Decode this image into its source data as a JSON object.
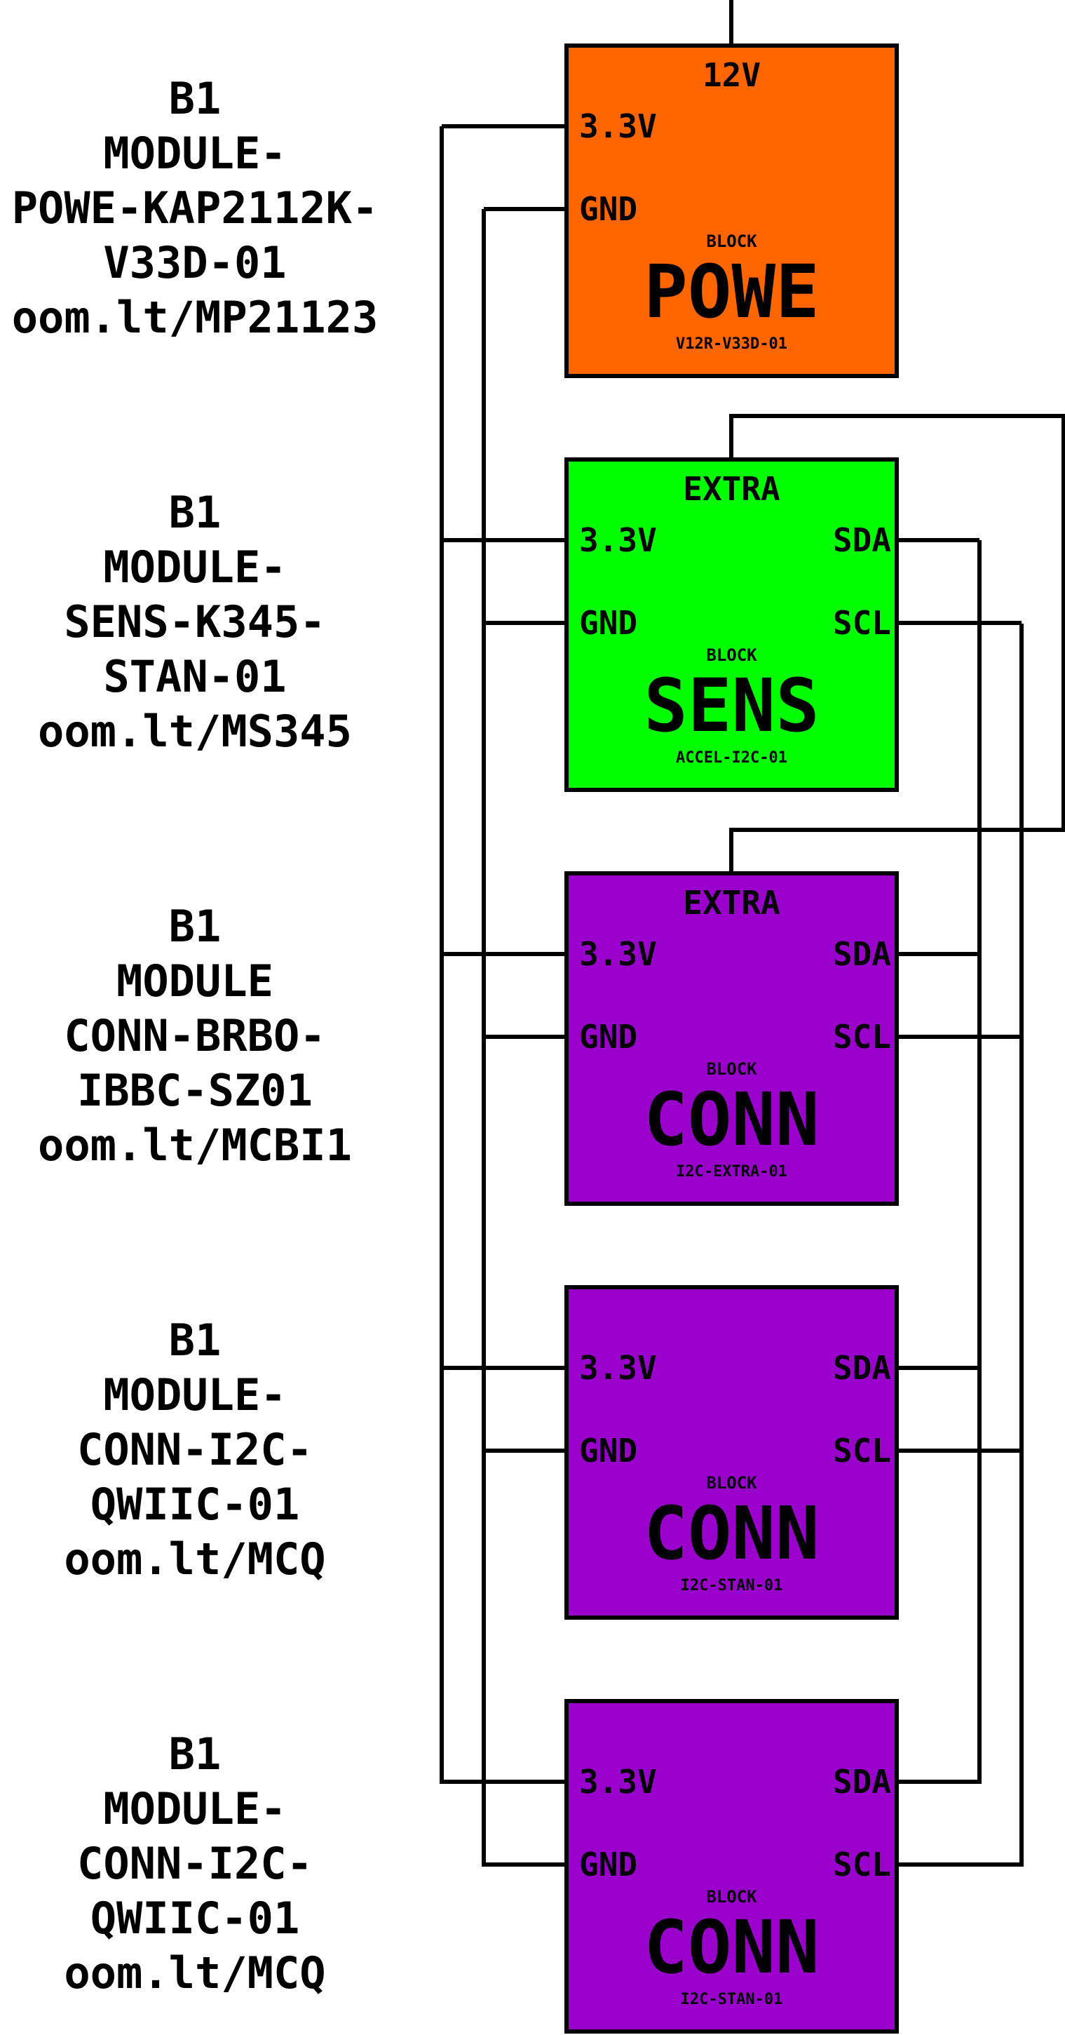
{
  "modules": [
    {
      "label_lines": [
        "B1",
        "MODULE-",
        "POWE-KAP2112K-",
        "V33D-01",
        "oom.lt/MP21123"
      ],
      "fill": "#ff6600",
      "top_label": "12V",
      "left_pins": [
        "3.3V",
        "GND"
      ],
      "right_pins": [],
      "block_label": "BLOCK",
      "name": "POWE",
      "code": "V12R-V33D-01"
    },
    {
      "label_lines": [
        "B1",
        "MODULE-",
        "SENS-K345-",
        "STAN-01",
        "oom.lt/MS345"
      ],
      "fill": "#00ff00",
      "top_label": "EXTRA",
      "left_pins": [
        "3.3V",
        "GND"
      ],
      "right_pins": [
        "SDA",
        "SCL"
      ],
      "block_label": "BLOCK",
      "name": "SENS",
      "code": "ACCEL-I2C-01"
    },
    {
      "label_lines": [
        "B1",
        "MODULE",
        "CONN-BRBO-",
        "IBBC-SZ01",
        "oom.lt/MCBI1"
      ],
      "fill": "#9900cc",
      "top_label": "EXTRA",
      "left_pins": [
        "3.3V",
        "GND"
      ],
      "right_pins": [
        "SDA",
        "SCL"
      ],
      "block_label": "BLOCK",
      "name": "CONN",
      "code": "I2C-EXTRA-01"
    },
    {
      "label_lines": [
        "B1",
        "MODULE-",
        "CONN-I2C-",
        "QWIIC-01",
        "oom.lt/MCQ"
      ],
      "fill": "#9900cc",
      "top_label": "",
      "left_pins": [
        "3.3V",
        "GND"
      ],
      "right_pins": [
        "SDA",
        "SCL"
      ],
      "block_label": "BLOCK",
      "name": "CONN",
      "code": "I2C-STAN-01"
    },
    {
      "label_lines": [
        "B1",
        "MODULE-",
        "CONN-I2C-",
        "QWIIC-01",
        "oom.lt/MCQ"
      ],
      "fill": "#9900cc",
      "top_label": "",
      "left_pins": [
        "3.3V",
        "GND"
      ],
      "right_pins": [
        "SDA",
        "SCL"
      ],
      "block_label": "BLOCK",
      "name": "CONN",
      "code": "I2C-STAN-01"
    }
  ]
}
